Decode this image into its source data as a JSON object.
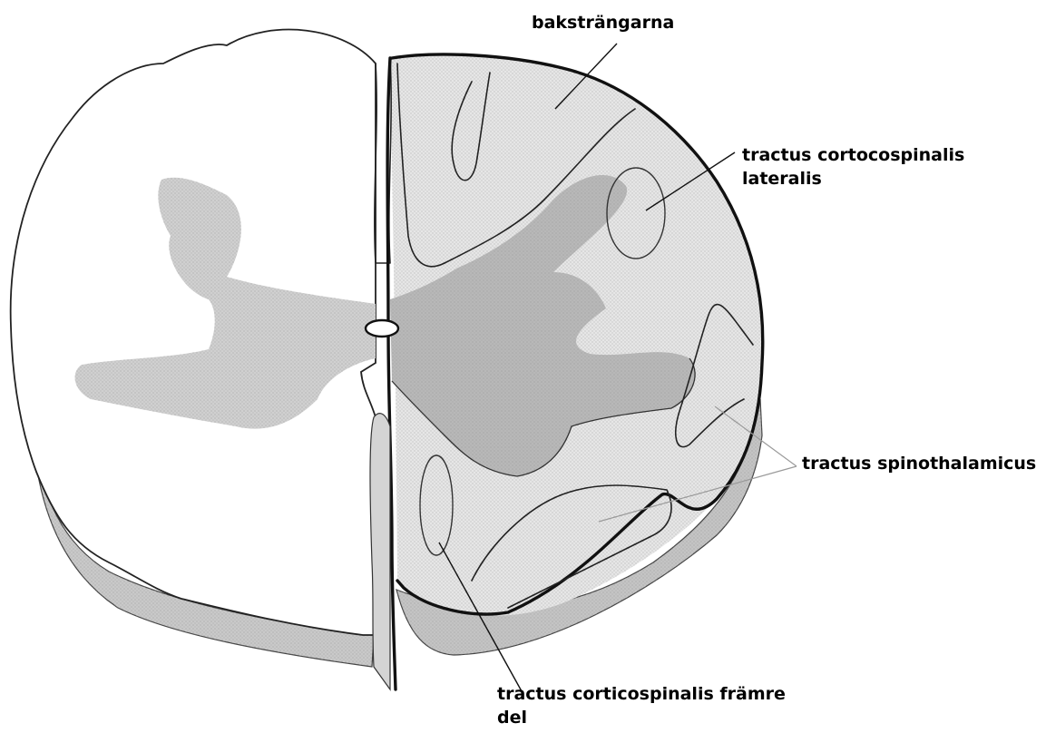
{
  "labels": {
    "dorsal_columns": "baksträngarna",
    "lateral_corticospinal_line1": "tractus cortocospinalis",
    "lateral_corticospinal_line2": "lateralis",
    "spinothalamic": "tractus spinothalamicus",
    "anterior_corticospinal_line1": "tractus corticospinalis främre",
    "anterior_corticospinal_line2": "del"
  },
  "colors": {
    "white_matter_left": "#ffffff",
    "white_matter_right": "#e4e4e4",
    "grey_matter_left": "#d2d2d2",
    "grey_matter_right": "#bcbcbc",
    "shadow": "#c8c8c8",
    "outline": "#222222",
    "text": "#000000"
  }
}
